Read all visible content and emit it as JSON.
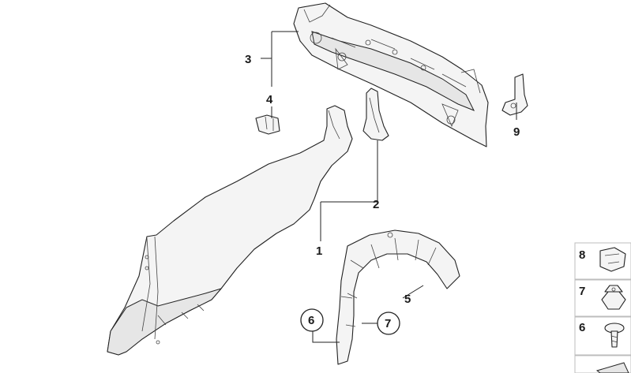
{
  "callouts": {
    "c1": "1",
    "c2": "2",
    "c3": "3",
    "c4": "4",
    "c5": "5",
    "c6": "6",
    "c7": "7",
    "c9": "9"
  },
  "side_panel": {
    "items": [
      {
        "label": "8",
        "icon": "clip-nut-icon"
      },
      {
        "label": "7",
        "icon": "hex-nut-icon"
      },
      {
        "label": "6",
        "icon": "screw-icon"
      }
    ]
  }
}
